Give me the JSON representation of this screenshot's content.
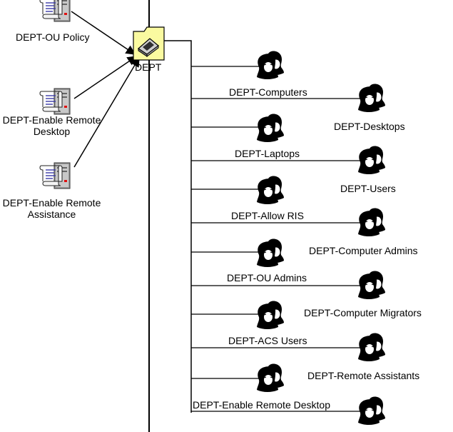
{
  "ou": {
    "label": "DEPT"
  },
  "policies": [
    {
      "label": "DEPT-OU Policy"
    },
    {
      "label": "DEPT-Enable Remote Desktop"
    },
    {
      "label": "DEPT-Enable Remote Assistance"
    }
  ],
  "groups_left": [
    {
      "label": "DEPT-Computers"
    },
    {
      "label": "DEPT-Laptops"
    },
    {
      "label": "DEPT-Allow RIS"
    },
    {
      "label": "DEPT-OU Admins"
    },
    {
      "label": "DEPT-ACS Users"
    },
    {
      "label": "DEPT-Enable Remote Desktop"
    }
  ],
  "groups_right": [
    {
      "label": "DEPT-Desktops"
    },
    {
      "label": "DEPT-Users"
    },
    {
      "label": "DEPT-Computer Admins"
    },
    {
      "label": "DEPT-Computer Migrators"
    },
    {
      "label": "DEPT-Remote Assistants"
    },
    {
      "label": ""
    }
  ]
}
